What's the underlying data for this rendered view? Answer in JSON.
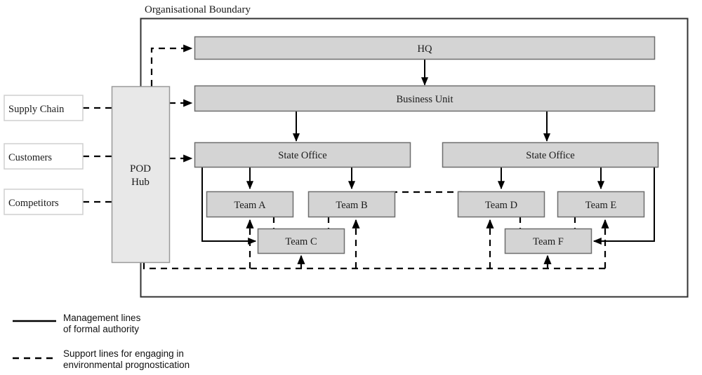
{
  "diagram": {
    "title": "Organisational Boundary",
    "boundary": {
      "label": "Organisational Boundary"
    },
    "hub": {
      "line1": "POD",
      "line2": "Hub"
    },
    "external_entities": [
      {
        "id": "supply-chain",
        "label": "Supply Chain"
      },
      {
        "id": "customers",
        "label": "Customers"
      },
      {
        "id": "competitors",
        "label": "Competitors"
      }
    ],
    "hierarchy": [
      {
        "id": "hq",
        "label": "HQ",
        "level": "top"
      },
      {
        "id": "business-unit",
        "label": "Business Unit",
        "level": "second"
      },
      {
        "id": "state-office-left",
        "label": "State Office",
        "level": "third"
      },
      {
        "id": "state-office-right",
        "label": "State Office",
        "level": "third"
      }
    ],
    "teams": [
      {
        "id": "team-a",
        "label": "Team A"
      },
      {
        "id": "team-b",
        "label": "Team B"
      },
      {
        "id": "team-c",
        "label": "Team C"
      },
      {
        "id": "team-d",
        "label": "Team D"
      },
      {
        "id": "team-e",
        "label": "Team E"
      },
      {
        "id": "team-f",
        "label": "Team F"
      }
    ],
    "legend": [
      {
        "id": "solid",
        "style": "solid",
        "line1": "Management lines",
        "line2": "of formal authority"
      },
      {
        "id": "dashed",
        "style": "dashed",
        "line1": "Support lines for engaging in",
        "line2": "environmental prognostication"
      }
    ],
    "colors": {
      "node_fill": "#d4d4d4",
      "node_stroke": "#6e6e6e",
      "hub_fill": "#e8e8e8",
      "external_fill": "#ffffff",
      "external_stroke": "#cfcfcf",
      "line": "#000000",
      "boundary_stroke": "#333333",
      "text": "#1a1a1a"
    }
  }
}
